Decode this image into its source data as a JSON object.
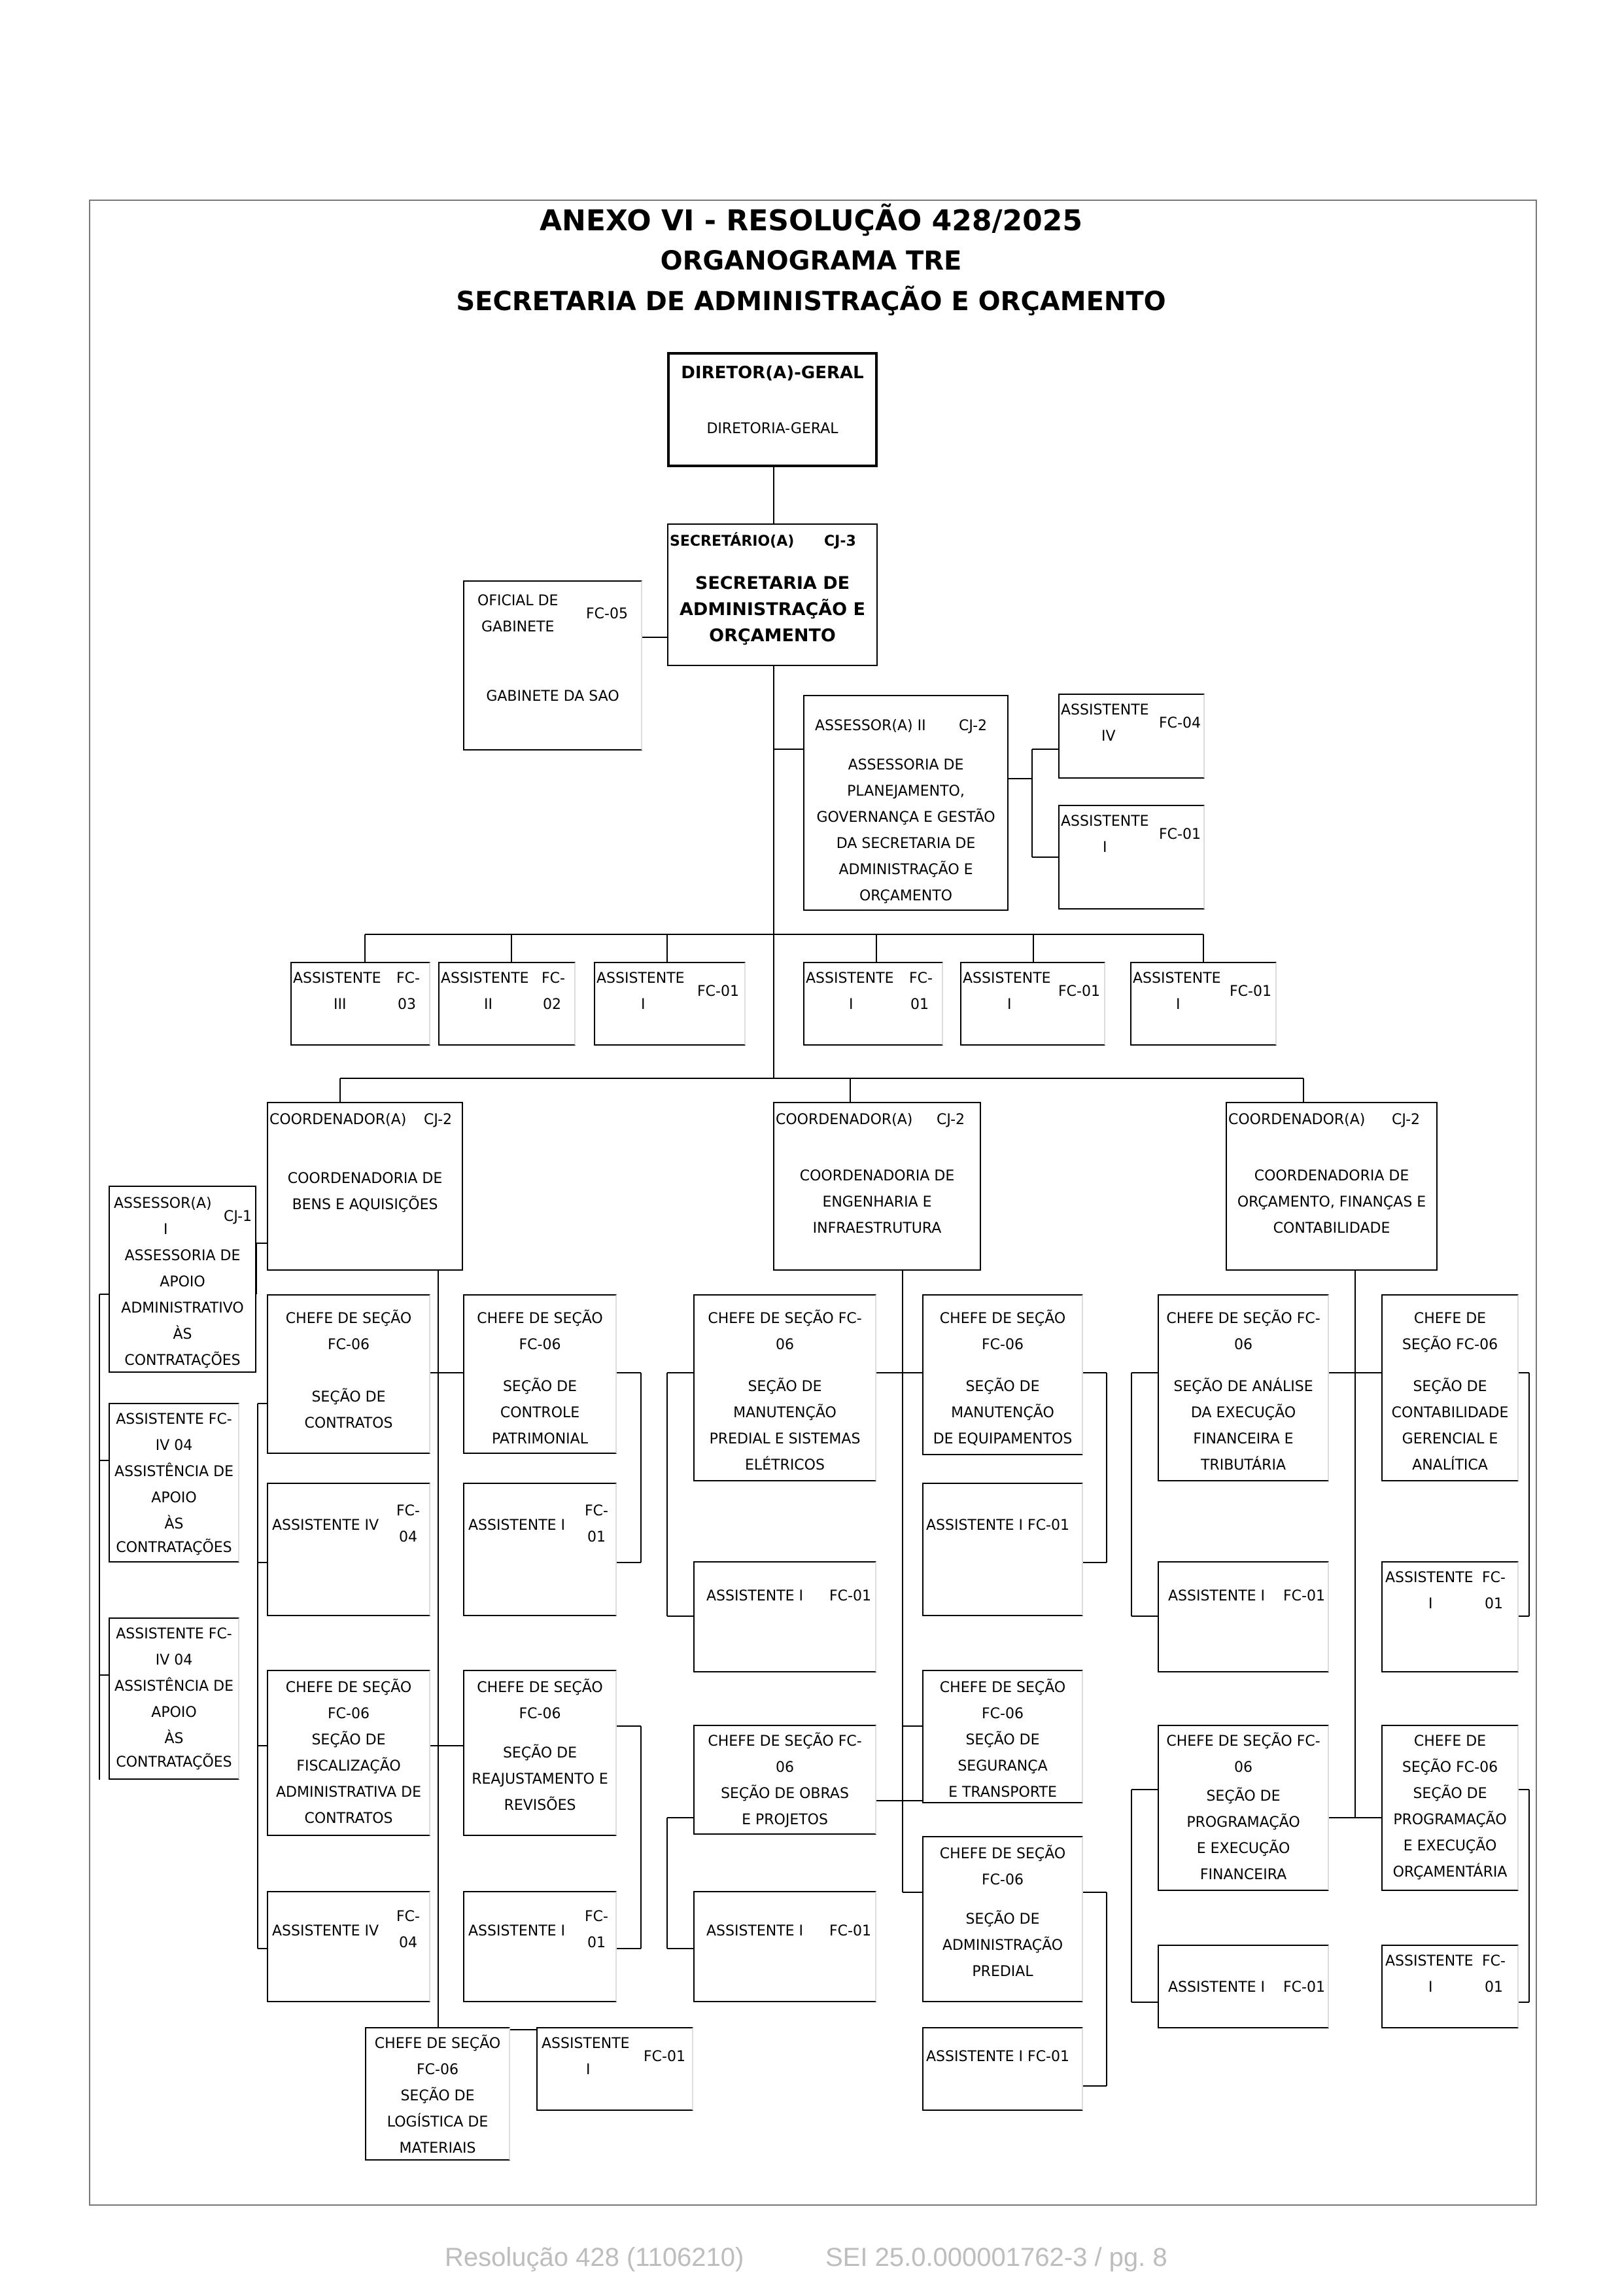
{
  "header": {
    "line1": "ANEXO VI - RESOLUÇÃO 428/2025",
    "line2": "ORGANOGRAMA TRE",
    "line3": "SECRETARIA DE ADMINISTRAÇÃO E ORÇAMENTO"
  },
  "boxes": {
    "diretor": {
      "role": "DIRETOR(A)-GERAL",
      "unit": "DIRETORIA-GERAL"
    },
    "secretario": {
      "role": "SECRETÁRIO(A)",
      "code": "CJ-3",
      "unit": [
        "SECRETARIA DE",
        "ADMINISTRAÇÃO E",
        "ORÇAMENTO"
      ]
    },
    "oficial": {
      "role": [
        "OFICIAL DE",
        "GABINETE"
      ],
      "code": "FC-05",
      "unit": "GABINETE DA SAO"
    },
    "assessor2": {
      "role": "ASSESSOR(A) II",
      "code": "CJ-2",
      "unit": [
        "ASSESSORIA DE",
        "PLANEJAMENTO,",
        "GOVERNANÇA E GESTÃO",
        "DA SECRETARIA DE",
        "ADMINISTRAÇÃO E",
        "ORÇAMENTO"
      ]
    },
    "asp_a4": {
      "role": [
        "ASSISTENTE",
        "IV"
      ],
      "code": "FC-04"
    },
    "asp_a1": {
      "role": [
        "ASSISTENTE",
        "I"
      ],
      "code": "FC-01"
    },
    "r_a3": {
      "role": [
        "ASSISTENTE",
        "III"
      ],
      "code": [
        "FC-",
        "03"
      ]
    },
    "r_a2": {
      "role": [
        "ASSISTENTE",
        "II"
      ],
      "code": [
        "FC-",
        "02"
      ]
    },
    "r_a1a": {
      "role": [
        "ASSISTENTE",
        "I"
      ],
      "code": "FC-01"
    },
    "r_a1b": {
      "role": [
        "ASSISTENTE",
        "I"
      ],
      "code": [
        "FC-",
        "01"
      ]
    },
    "r_a1c": {
      "role": [
        "ASSISTENTE",
        "I"
      ],
      "code": "FC-01"
    },
    "r_a1d": {
      "role": [
        "ASSISTENTE",
        "I"
      ],
      "code": "FC-01"
    },
    "coord_bens": {
      "role": "COORDENADOR(A)",
      "code": "CJ-2",
      "unit": [
        "COORDENADORIA DE",
        "BENS E AQUISIÇÕES"
      ]
    },
    "coord_eng": {
      "role": "COORDENADOR(A)",
      "code": "CJ-2",
      "unit": [
        "COORDENADORIA DE",
        "ENGENHARIA E",
        "INFRAESTRUTURA"
      ]
    },
    "coord_orc": {
      "role": "COORDENADOR(A)",
      "code": "CJ-2",
      "unit": [
        "COORDENADORIA DE",
        "ORÇAMENTO, FINANÇAS E",
        "CONTABILIDADE"
      ]
    },
    "assessor1": {
      "role": [
        "ASSESSOR(A)",
        "I"
      ],
      "code": "CJ-1",
      "unit": [
        "ASSESSORIA DE",
        "APOIO",
        "ADMINISTRATIVO",
        "ÀS",
        "CONTRATAÇÕES"
      ]
    },
    "apoio1": {
      "role": [
        "ASSISTENTE FC-",
        "IV 04"
      ],
      "unit": [
        "ASSISTÊNCIA DE",
        "APOIO",
        "ÀS",
        "CONTRATAÇÕES"
      ]
    },
    "apoio2": {
      "role": [
        "ASSISTENTE FC-",
        "IV 04"
      ],
      "unit": [
        "ASSISTÊNCIA DE",
        "APOIO",
        "ÀS",
        "CONTRATAÇÕES"
      ]
    },
    "b_contratos": {
      "role": [
        "CHEFE DE SEÇÃO",
        "FC-06"
      ],
      "unit": [
        "SEÇÃO DE",
        "CONTRATOS"
      ]
    },
    "b_patrimonial": {
      "role": [
        "CHEFE DE SEÇÃO",
        "FC-06"
      ],
      "unit": [
        "SEÇÃO DE",
        "CONTROLE",
        "PATRIMONIAL"
      ]
    },
    "b_as4a": {
      "role": "ASSISTENTE IV",
      "code": [
        "FC-",
        "04"
      ]
    },
    "b_as1a": {
      "role": "ASSISTENTE I",
      "code": [
        "FC-",
        "01"
      ]
    },
    "b_fiscal": {
      "role": [
        "CHEFE DE SEÇÃO",
        "FC-06"
      ],
      "unit": [
        "SEÇÃO DE",
        "FISCALIZAÇÃO",
        "ADMINISTRATIVA DE",
        "CONTRATOS"
      ]
    },
    "b_reajuste": {
      "role": [
        "CHEFE DE SEÇÃO",
        "FC-06"
      ],
      "unit": [
        "SEÇÃO DE",
        "REAJUSTAMENTO E",
        "REVISÕES"
      ]
    },
    "b_as4b": {
      "role": "ASSISTENTE IV",
      "code": [
        "FC-",
        "04"
      ]
    },
    "b_as1b": {
      "role": "ASSISTENTE I",
      "code": [
        "FC-",
        "01"
      ]
    },
    "b_logistica": {
      "role": [
        "CHEFE DE SEÇÃO",
        "FC-06"
      ],
      "unit": [
        "SEÇÃO DE",
        "LOGÍSTICA DE",
        "MATERIAIS"
      ]
    },
    "b_as1c": {
      "role": [
        "ASSISTENTE",
        "I"
      ],
      "code": "FC-01"
    },
    "e_eletricos": {
      "role": [
        "CHEFE DE SEÇÃO FC-",
        "06"
      ],
      "unit": [
        "SEÇÃO DE",
        "MANUTENÇÃO",
        "PREDIAL E SISTEMAS",
        "ELÉTRICOS"
      ]
    },
    "e_equip": {
      "role": [
        "CHEFE DE SEÇÃO",
        "FC-06"
      ],
      "unit": [
        "SEÇÃO DE",
        "MANUTENÇÃO",
        "DE EQUIPAMENTOS"
      ]
    },
    "e_as1a": {
      "role": "ASSISTENTE I",
      "code": "FC-01"
    },
    "e_as1b": {
      "role": "ASSISTENTE I FC-01"
    },
    "e_seguranca": {
      "role": [
        "CHEFE DE SEÇÃO",
        "FC-06"
      ],
      "unit": [
        "SEÇÃO DE",
        "SEGURANÇA",
        "E TRANSPORTE"
      ]
    },
    "e_obras": {
      "role": [
        "CHEFE DE SEÇÃO FC-",
        "06"
      ],
      "unit": [
        "SEÇÃO DE OBRAS",
        "E PROJETOS"
      ]
    },
    "e_predial": {
      "role": [
        "CHEFE DE SEÇÃO",
        "FC-06"
      ],
      "unit": [
        "SEÇÃO DE",
        "ADMINISTRAÇÃO",
        "PREDIAL"
      ]
    },
    "e_as1c": {
      "role": "ASSISTENTE I",
      "code": "FC-01"
    },
    "e_as1d": {
      "role": "ASSISTENTE I FC-01"
    },
    "o_analise": {
      "role": [
        "CHEFE DE SEÇÃO FC-",
        "06"
      ],
      "unit": [
        "SEÇÃO DE ANÁLISE",
        "DA EXECUÇÃO",
        "FINANCEIRA E",
        "TRIBUTÁRIA"
      ]
    },
    "o_contab": {
      "role": [
        "CHEFE DE",
        "SEÇÃO FC-06"
      ],
      "unit": [
        "SEÇÃO DE",
        "CONTABILIDADE",
        "GERENCIAL E",
        "ANALÍTICA"
      ]
    },
    "o_as1a": {
      "role": "ASSISTENTE I",
      "code": "FC-01"
    },
    "o_as1b": {
      "role": [
        "ASSISTENTE",
        "I"
      ],
      "code": [
        "FC-",
        "01"
      ]
    },
    "o_progfin": {
      "role": [
        "CHEFE DE SEÇÃO FC-",
        "06"
      ],
      "unit": [
        "SEÇÃO DE",
        "PROGRAMAÇÃO",
        "E EXECUÇÃO",
        "FINANCEIRA"
      ]
    },
    "o_progorc": {
      "role": [
        "CHEFE DE",
        "SEÇÃO FC-06"
      ],
      "unit": [
        "SEÇÃO DE",
        "PROGRAMAÇÃO",
        "E EXECUÇÃO",
        "ORÇAMENTÁRIA"
      ]
    },
    "o_as1c": {
      "role": "ASSISTENTE I",
      "code": "FC-01"
    },
    "o_as1d": {
      "role": [
        "ASSISTENTE",
        "I"
      ],
      "code": [
        "FC-",
        "01"
      ]
    }
  },
  "footer": {
    "left": "Resolução 428 (1106210)",
    "right": "SEI 25.0.000001762-3 / pg. 8"
  }
}
